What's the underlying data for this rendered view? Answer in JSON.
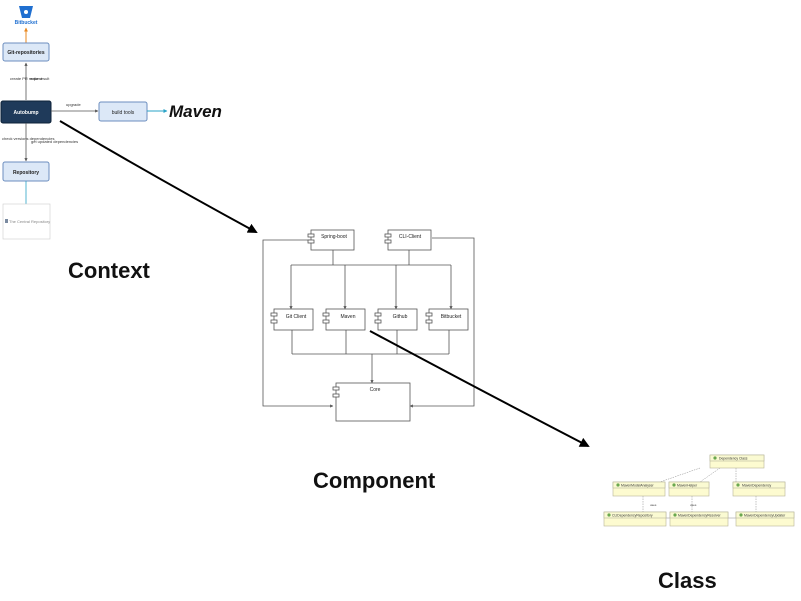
{
  "context": {
    "heading": "Context",
    "bitbucket": "Bitbucket",
    "git_repositories": "Git-repositories",
    "autobump": "Autobump",
    "build_tools": "build tools",
    "maven_logo": "Maven",
    "repository": "Repository",
    "central_repository": "The Central Repository",
    "edge_create_pr": "create PR request",
    "edge_write_result": "write result",
    "edge_upgrade": "upgrade",
    "edge_check_versions": "check versions dependencies",
    "edge_get_updated": "get updated dependencies"
  },
  "component": {
    "heading": "Component",
    "spring_boot": "Spring-boot",
    "cli_client": "CLI-Client",
    "git_client": "Git Client",
    "maven": "Maven",
    "github": "Github",
    "bitbucket": "Bitbucket",
    "core": "Core"
  },
  "class": {
    "heading": "Class",
    "dependency_class": "Dependency Class",
    "maven_model_analyser": "MavenModelAnalyser",
    "maven_helper": "MavenHelper",
    "maven_dependency": "MavenDependency",
    "cli_dependency_repository": "CLIDependencyRepository",
    "maven_dependency_resolver": "MavenDependencyResolver",
    "maven_dependency_updater": "MavenDependencyUpdater",
    "edge_label": "uses"
  }
}
